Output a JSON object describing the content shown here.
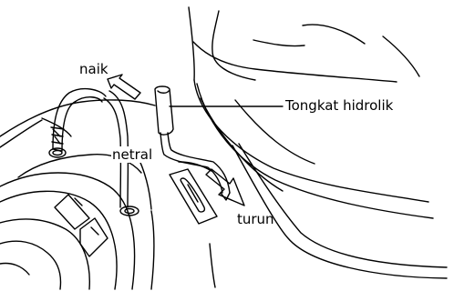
{
  "labels": {
    "up": "naik",
    "neutral": "netral",
    "down": "turun",
    "lever": "Tongkat hidrolik"
  }
}
